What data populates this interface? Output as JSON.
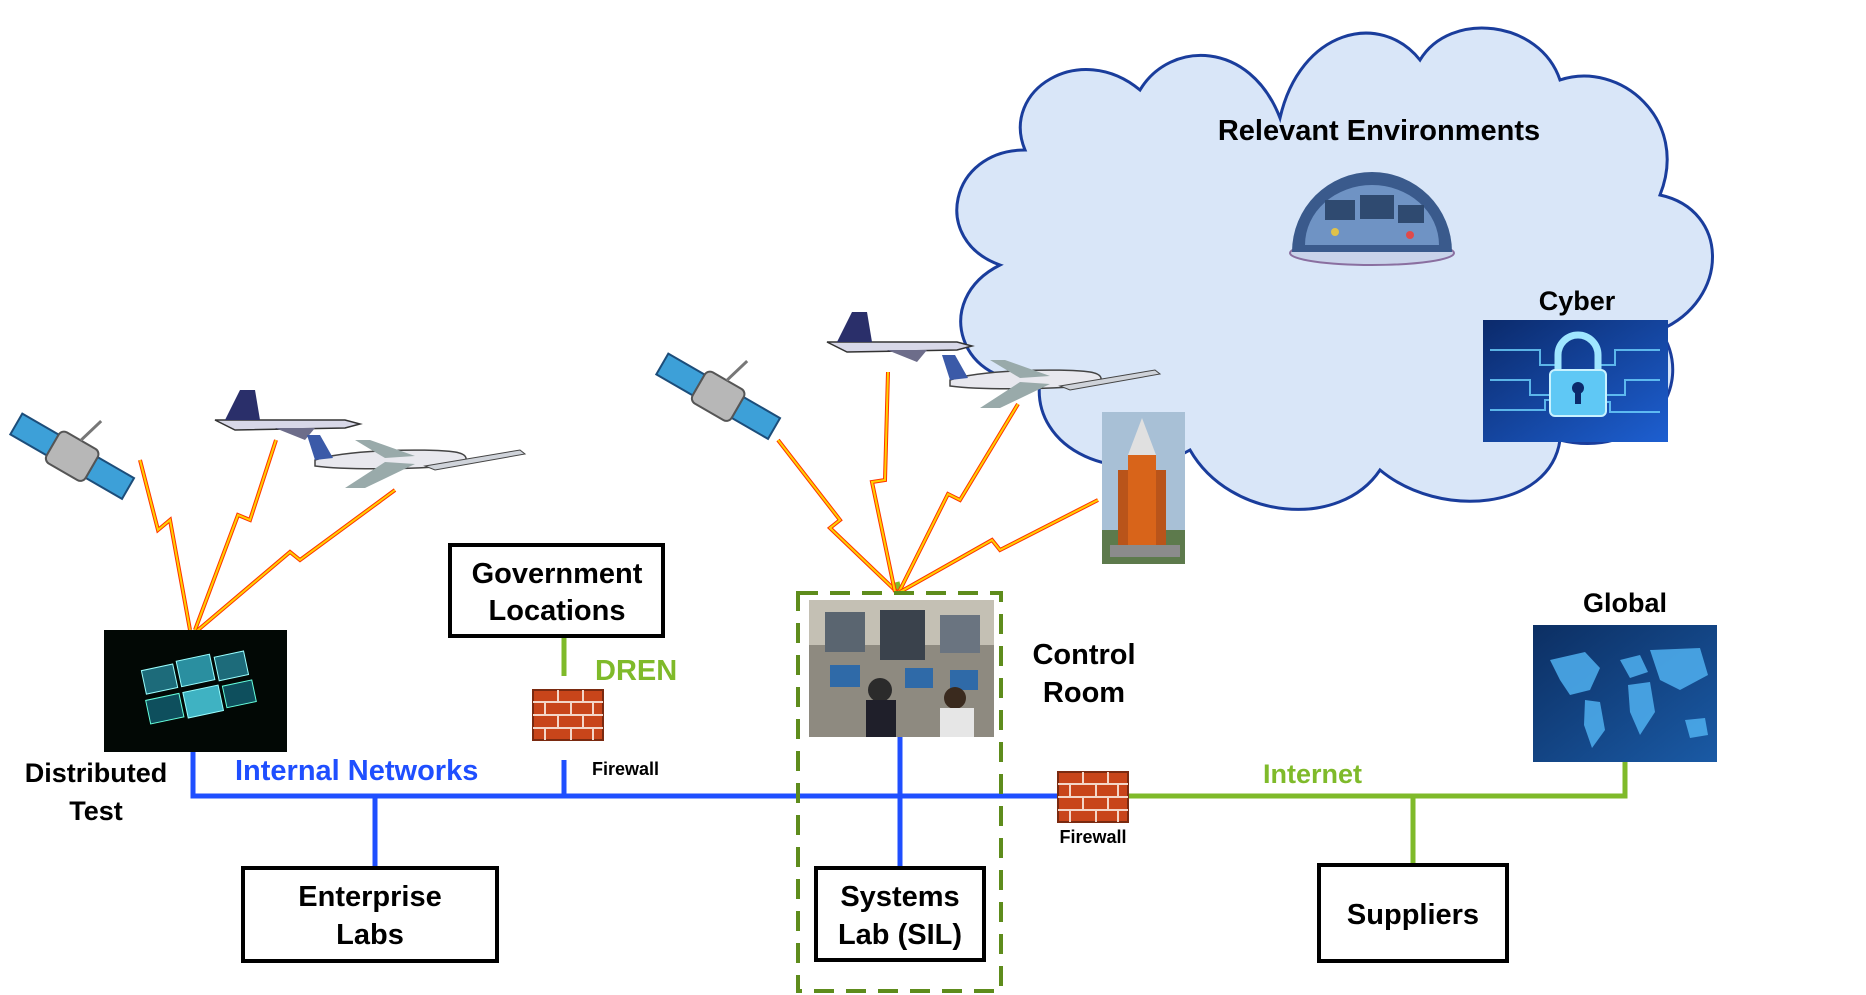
{
  "title": "",
  "cloud": {
    "title": "Relevant Environments",
    "cyber_label": "Cyber"
  },
  "nodes": {
    "distributed_test": [
      "Distributed",
      "Test"
    ],
    "government_locations": [
      "Government",
      "Locations"
    ],
    "enterprise_labs": [
      "Enterprise",
      "Labs"
    ],
    "control_room": [
      "Control",
      "Room"
    ],
    "systems_lab": [
      "Systems",
      "Lab (SIL)"
    ],
    "global": "Global",
    "suppliers": "Suppliers"
  },
  "networks": {
    "internal": "Internal Networks",
    "dren": "DREN",
    "internet": "Internet",
    "firewall_1": "Firewall",
    "firewall_2": "Firewall"
  },
  "colors": {
    "internal_network": "#1f4fff",
    "external_network": "#7fba2a",
    "dashed_group": "#5e8c1c",
    "cloud_fill": "#d9e6f8",
    "cloud_stroke": "#1a3d9c",
    "text_blue": "#1f4fff",
    "text_green": "#7fba2a"
  },
  "icons": [
    "satellite-icon",
    "fighter-jet-icon",
    "airliner-icon",
    "rocket-icon",
    "brick-firewall-icon",
    "padlock-icon",
    "world-map-icon",
    "radio-signal-icon"
  ]
}
